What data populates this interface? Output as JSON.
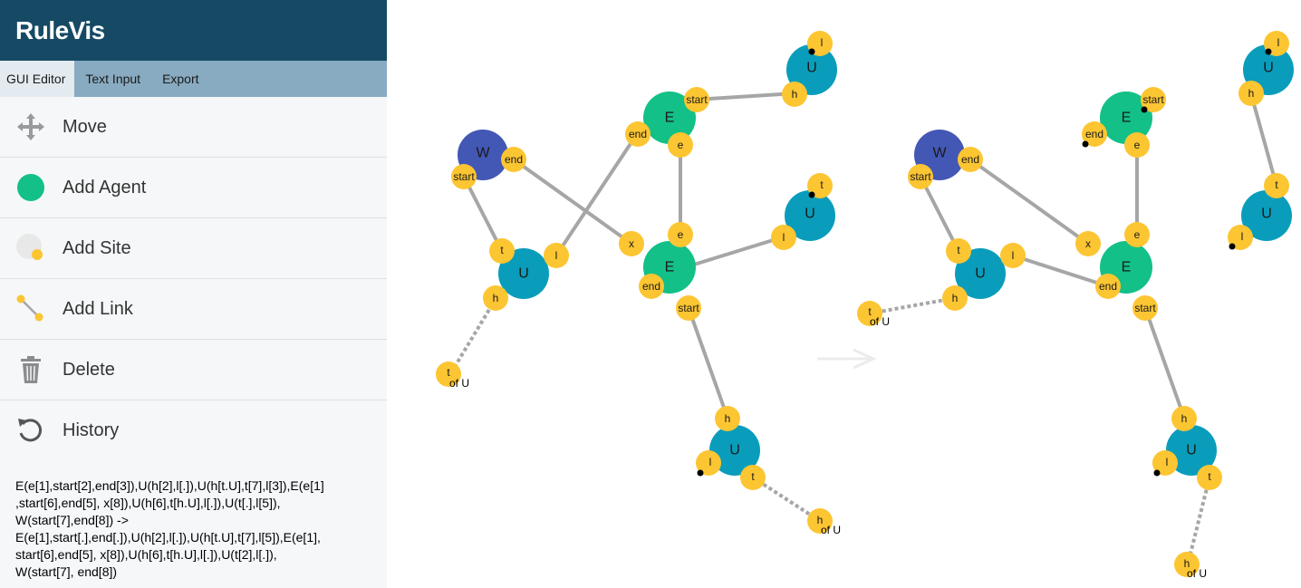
{
  "app": {
    "title": "RuleVis"
  },
  "tabs": [
    {
      "label": "GUI Editor",
      "active": true
    },
    {
      "label": "Text Input",
      "active": false
    },
    {
      "label": "Export",
      "active": false
    }
  ],
  "tools": [
    {
      "label": "Move",
      "icon": "move-icon"
    },
    {
      "label": "Add Agent",
      "icon": "agent-icon"
    },
    {
      "label": "Add Site",
      "icon": "site-icon"
    },
    {
      "label": "Add Link",
      "icon": "link-icon"
    },
    {
      "label": "Delete",
      "icon": "trash-icon"
    },
    {
      "label": "History",
      "icon": "history-icon"
    }
  ],
  "rule_text": "E(e[1],start[2],end[3]),U(h[2],l[.]),U(h[t.U],t[7],l[3]),E(e[1]\n,start[6],end[5], x[8]),U(h[6],t[h.U],l[.]),U(t[.],l[5]),\nW(start[7],end[8]) ->\nE(e[1],start[.],end[.]),U(h[2],l[.]),U(h[t.U],t[7],l[5]),E(e[1],\nstart[6],end[5], x[8]),U(h[6],t[h.U],l[.]),U(t[2],l[.]),\nW(start[7], end[8])",
  "colors": {
    "header": "#164a64",
    "tabbar": "#88abc1",
    "agent_e": "#13c088",
    "agent_u": "#0a9dbb",
    "agent_w": "#4357b5",
    "site": "#fcc532",
    "link": "#a6a6a6"
  },
  "graph": {
    "agent_labels": {
      "E": "E",
      "U": "U",
      "W": "W"
    },
    "site_labels": {
      "start": "start",
      "end": "end",
      "e": "e",
      "h": "h",
      "l": "l",
      "t": "t",
      "x": "x"
    },
    "of_u": "of U"
  }
}
